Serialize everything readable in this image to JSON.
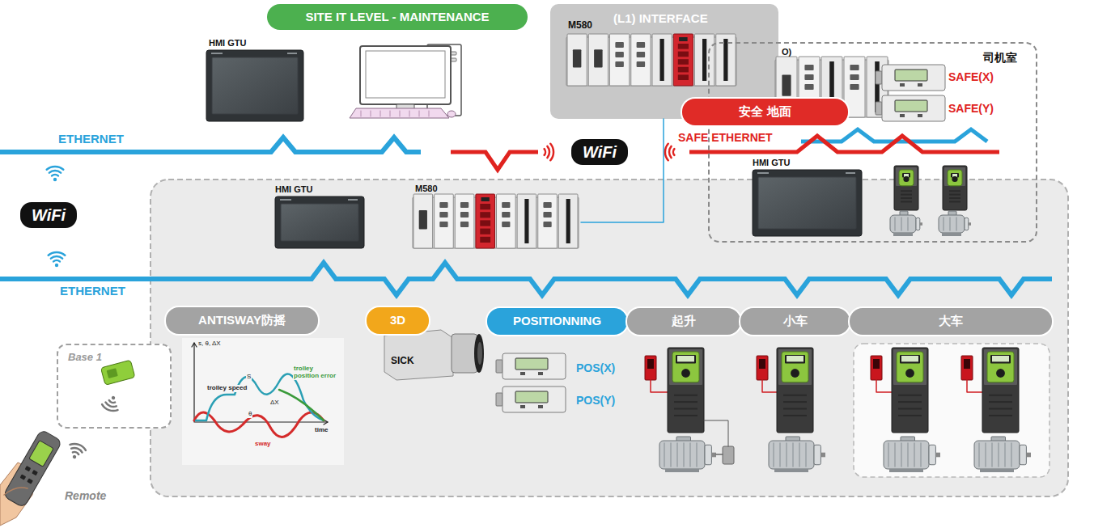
{
  "diagram": {
    "nodes": [
      {
        "text": [
          "SITE IT LEVEL - MAINTENANCE"
        ]
      },
      {
        "text": [
          "M580",
          "(L1) INTERFACE"
        ]
      },
      {
        "text": [
          "司机室"
        ]
      },
      {
        "text": [
          "安全 地面"
        ]
      },
      {
        "text": [
          "ANTISWAY防摇"
        ]
      },
      {
        "text": [
          "3D"
        ]
      },
      {
        "text": [
          "POSITIONNING"
        ]
      },
      {
        "text": [
          "起升"
        ]
      },
      {
        "text": [
          "小车"
        ]
      },
      {
        "text": [
          "大车"
        ]
      },
      {
        "text": [
          "Base 1"
        ]
      }
    ],
    "labels": [
      "HMI GTU",
      "ETHERNET",
      "WiFi",
      "O)",
      "SAFE(X)",
      "SAFE(Y)",
      "SAFE ETHERNET",
      "HMI GTU",
      "WiFi",
      "HMI GTU",
      "M580",
      "ETHERNET",
      "s, θ, ΔX",
      "trolley speed",
      "S",
      "trolley position error",
      "ΔX",
      "θ",
      "sway",
      "time",
      "SICK",
      "POS(X)",
      "POS(Y)",
      "Remote"
    ]
  }
}
